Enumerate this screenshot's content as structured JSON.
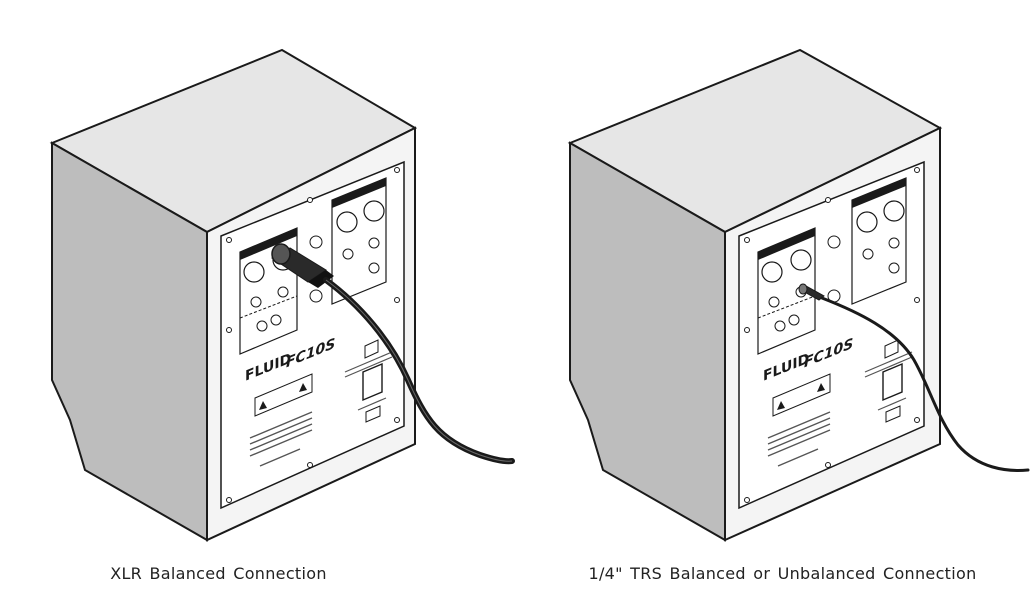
{
  "figures": [
    {
      "caption": "XLR Balanced Connection",
      "connector": "xlr",
      "brand_logo": "FLUID",
      "model_logo": "FC10S"
    },
    {
      "caption": "1/4\" TRS Balanced or Unbalanced Connection",
      "connector": "trs",
      "brand_logo": "FLUID",
      "model_logo": "FC10S"
    }
  ],
  "colors": {
    "cabinet_top": "#e6e6e6",
    "cabinet_side": "#bdbdbd",
    "cabinet_back": "#f4f4f4",
    "outline": "#1a1a1a",
    "cable": "#1a1a1a"
  }
}
